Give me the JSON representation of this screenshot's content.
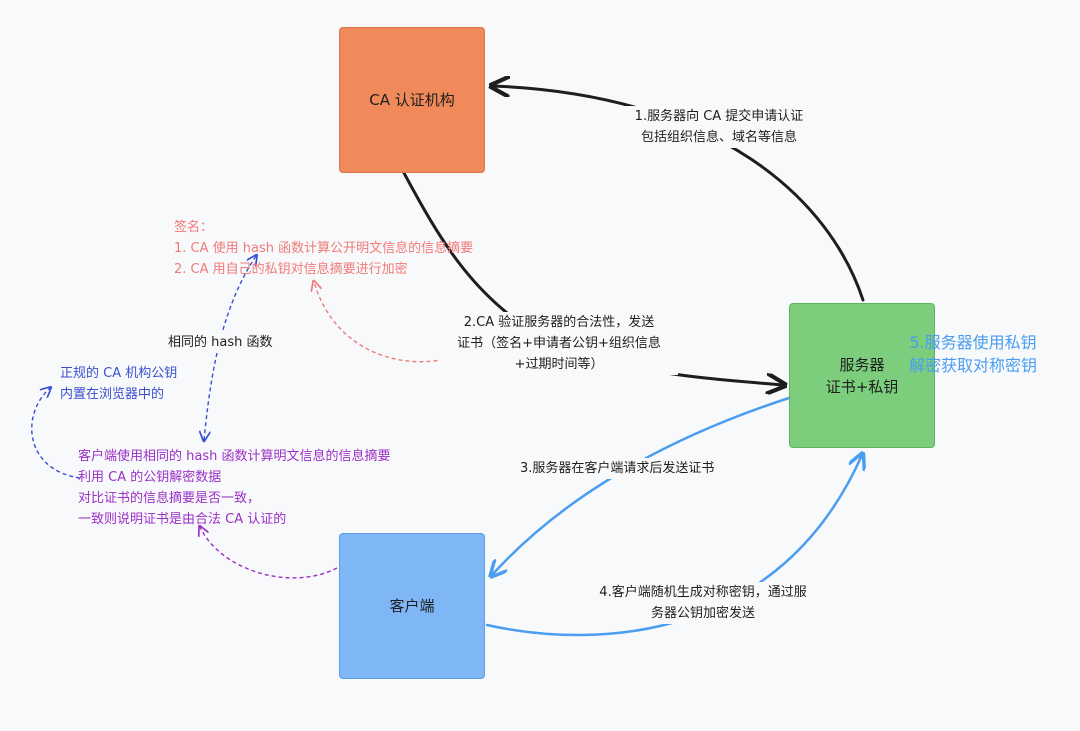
{
  "nodes": {
    "ca": "CA 认证机构",
    "server_line1": "服务器",
    "server_line2": "证书+私钥",
    "client": "客户端"
  },
  "steps": {
    "s1_line1": "1.服务器向 CA 提交申请认证",
    "s1_line2": "包括组织信息、域名等信息",
    "s2_line1": "2.CA 验证服务器的合法性，发送",
    "s2_line2": "证书（签名+申请者公钥+组织信息",
    "s2_line3": "+过期时间等）",
    "s3": "3.服务器在客户端请求后发送证书",
    "s4_line1": "4.客户端随机生成对称密钥，通过服",
    "s4_line2": "务器公钥加密发送",
    "s5_line1": "5.服务器使用私钥",
    "s5_line2": "解密获取对称密钥"
  },
  "notes": {
    "sign_title": "签名：",
    "sign_1": "1. CA 使用 hash 函数计算公开明文信息的信息摘要",
    "sign_2": "2. CA 用自己的私钥对信息摘要进行加密",
    "same_hash": "相同的 hash 函数",
    "ca_pubkey_1": "正规的 CA 机构公钥",
    "ca_pubkey_2": "内置在浏览器中的",
    "client_1": "客户端使用相同的 hash 函数计算明文信息的信息摘要",
    "client_2": "利用 CA 的公钥解密数据",
    "client_3": "对比证书的信息摘要是否一致，",
    "client_4": "一致则说明证书是由合法 CA 认证的"
  },
  "colors": {
    "ca_box": "#f08a5a",
    "server_box": "#7cce7c",
    "client_box": "#7fb6f5",
    "black_arrow": "#1e1e1e",
    "blue_arrow": "#4a9df0",
    "red_note": "#f07a7a",
    "indigo_note": "#3a4fd0",
    "purple_note": "#9b30c7"
  }
}
